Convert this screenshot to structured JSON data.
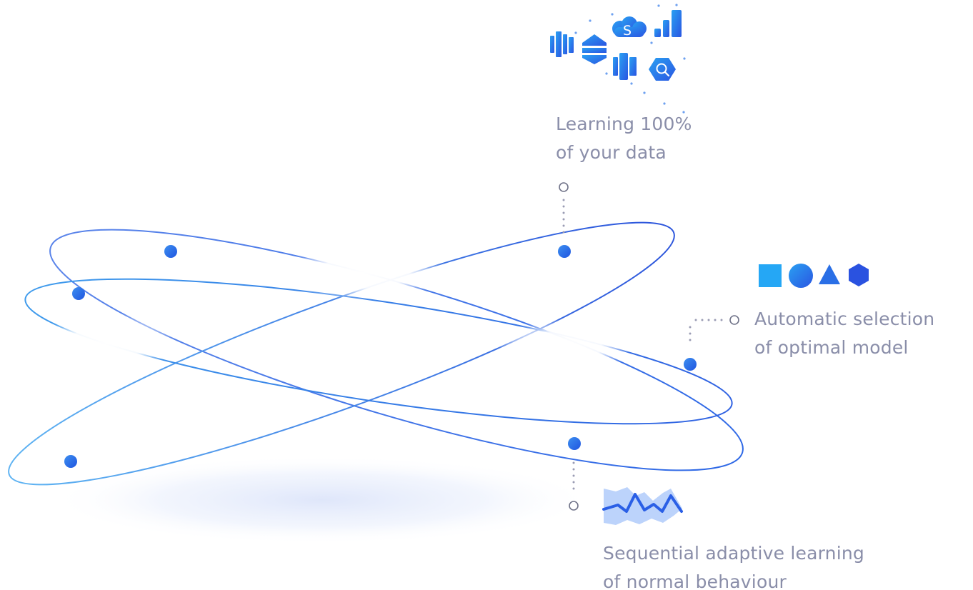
{
  "features": [
    {
      "id": "data",
      "line1": "Learning 100%",
      "line2": "of your data",
      "icons": [
        "aws-athena-icon",
        "aws-redshift-icon",
        "salesforce-icon",
        "power-bi-icon",
        "aws-database-icon",
        "google-bigquery-icon"
      ]
    },
    {
      "id": "model",
      "line1": "Automatic selection",
      "line2": "of optimal model",
      "icons": [
        "square-shape-icon",
        "circle-shape-icon",
        "triangle-shape-icon",
        "hexagon-shape-icon"
      ]
    },
    {
      "id": "sequential",
      "line1": "Sequential adaptive learning",
      "line2": "of normal behaviour",
      "icons": [
        "time-series-chart-icon"
      ]
    }
  ],
  "icon_text": {
    "salesforce": "S"
  },
  "colors": {
    "caption": "#8a8ea9",
    "orbit_light": "#4aa8f0",
    "orbit_dark": "#2d5fe0",
    "node": "#2563eb",
    "connector": "#9a9cb4",
    "glow": "#e3e9fb"
  }
}
